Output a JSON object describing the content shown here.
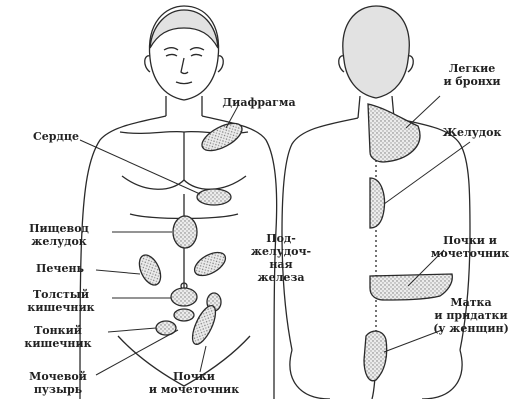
{
  "labels": {
    "lungs": "Легкие\nи бронхи",
    "diaphragm": "Диафрагма",
    "heart": "Сердце",
    "stomach_back": "Желудок",
    "esophagus": "Пищевод\nжелудок",
    "pancreas": "Под-\nжелудоч-\nная\nжелеза",
    "kidneys_back": "Почки и\nмочеточник",
    "liver": "Печень",
    "large_intestine": "Толстый\nкишечник",
    "uterus": "Матка\nи придатки\n(у женщин)",
    "small_intestine": "Тонкий\nкишечник",
    "bladder": "Мочевой\nпузырь",
    "kidneys_front": "Почки\nи мочеточник"
  },
  "colors": {
    "stroke": "#2a2a2a",
    "zone_fill": "#d8d8d8",
    "label": "#222222"
  }
}
